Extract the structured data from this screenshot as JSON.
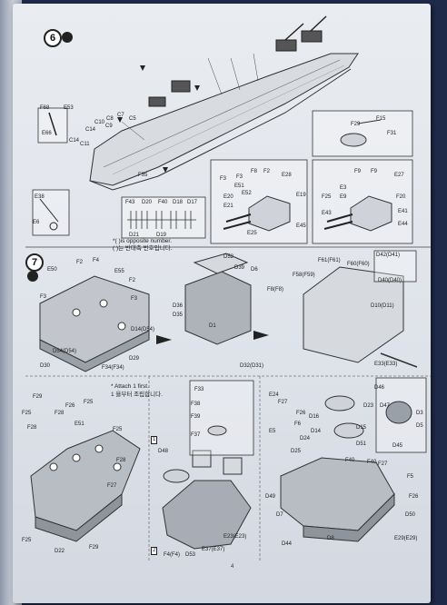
{
  "page_number": "4",
  "steps": [
    {
      "number": "6"
    },
    {
      "number": "7"
    }
  ],
  "notes": {
    "opposite_number": "*( )is opposite number.",
    "opposite_number_kr": "( )는 반대측 번호입니다.",
    "attach_first": "* Attach 1 first.",
    "attach_first_kr": "1 을부터 조립합니다."
  },
  "box_tags": [
    "1",
    "2"
  ],
  "labels_step6": [
    "F68",
    "E66",
    "E53",
    "C10",
    "C14",
    "C8",
    "C7",
    "C9",
    "C5",
    "C14",
    "C11",
    "F35",
    "E38",
    "E6",
    "F43",
    "D20",
    "F40",
    "D18",
    "D17",
    "D21",
    "D19",
    "F15",
    "F29",
    "F31",
    "F3",
    "E51",
    "E52",
    "F8",
    "F2",
    "F3",
    "E28",
    "E19",
    "E20",
    "E21",
    "E45",
    "E25",
    "F9",
    "F9",
    "E27",
    "E3",
    "E9",
    "E43",
    "E44",
    "E41",
    "F25",
    "F20"
  ],
  "labels_step7": [
    "E50",
    "F3",
    "F2",
    "F4",
    "E55",
    "F2",
    "F3",
    "D30",
    "D36",
    "D1",
    "D39",
    "D52",
    "F8(F8)",
    "D14(D54)",
    "D54(D54)",
    "F34(F34)",
    "D29",
    "D32(D31)",
    "F61(F61)",
    "F60(F60)",
    "F58(F59)",
    "D42(D41)",
    "D40(D40)",
    "D10(D11)",
    "E33(E33)",
    "D35",
    "D6"
  ],
  "labels_bottom": [
    "F29",
    "F25",
    "F28",
    "F28",
    "E51",
    "F26",
    "F25",
    "F29",
    "F25",
    "F28",
    "F27",
    "F25",
    "D22",
    "F33",
    "F38",
    "F39",
    "F37",
    "D48",
    "D53",
    "F4(F4)",
    "E37(E37)",
    "E23(E23)",
    "E24",
    "F27",
    "F26",
    "F6",
    "D16",
    "D14",
    "D15",
    "D23",
    "D46",
    "D47",
    "D3",
    "D5",
    "D45",
    "D51",
    "D24",
    "D25",
    "D49",
    "D7",
    "D44",
    "D8",
    "F40",
    "F27",
    "F5",
    "F26",
    "D50",
    "E29(E29)",
    "F40",
    "E5"
  ]
}
